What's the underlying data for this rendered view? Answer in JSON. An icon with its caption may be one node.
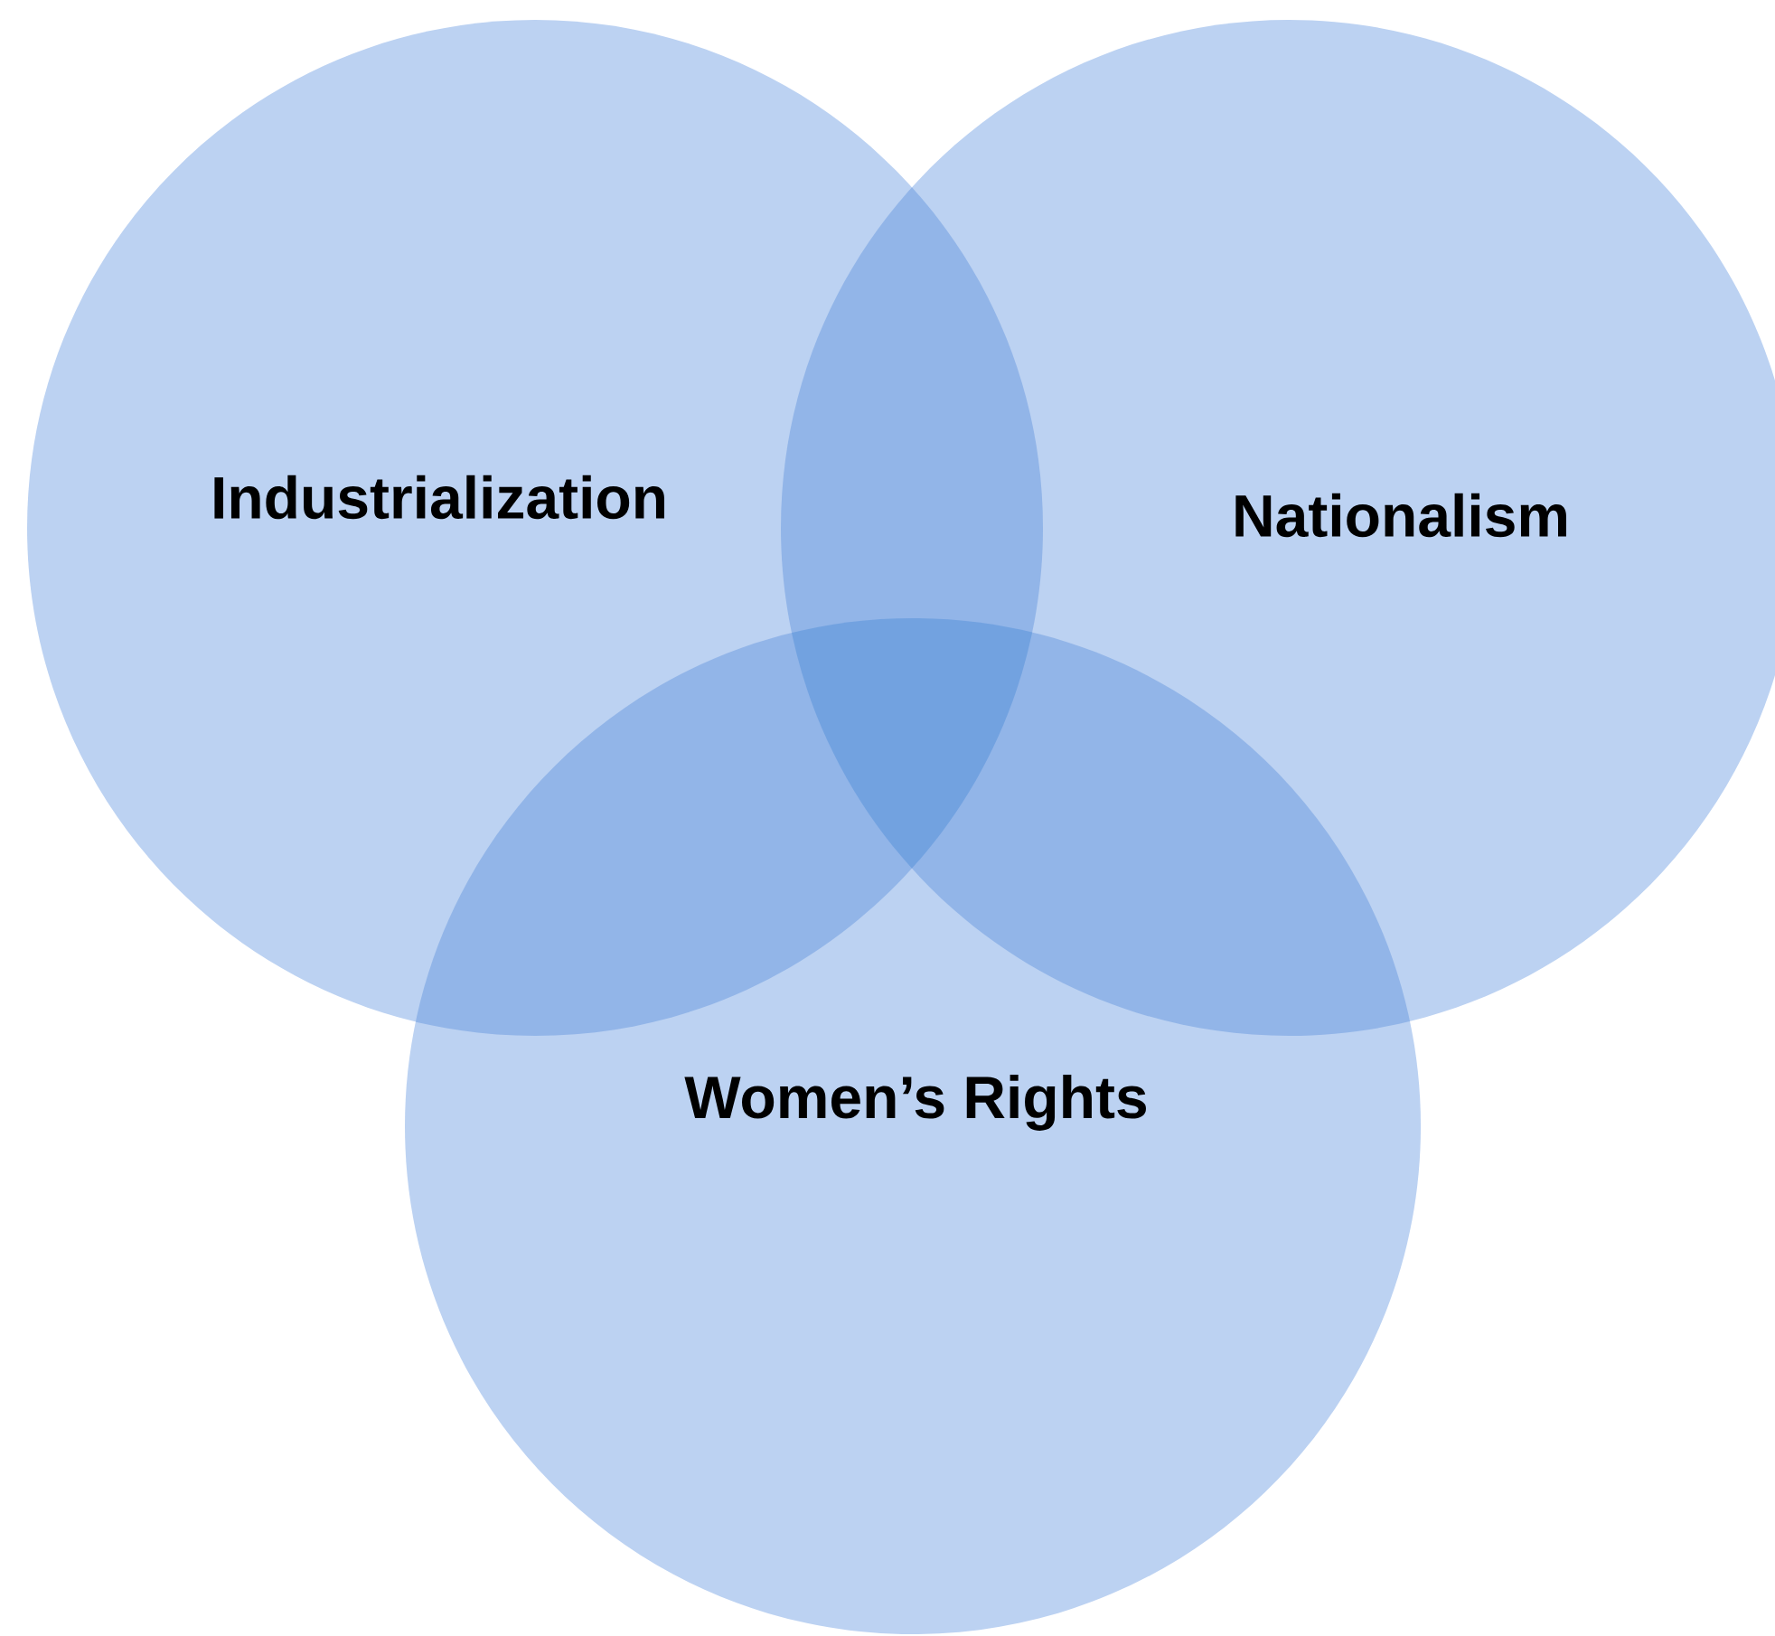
{
  "diagram": {
    "nodes": [
      {
        "text": [
          "Industrialization"
        ]
      },
      {
        "text": [
          "Nationalism"
        ]
      },
      {
        "text": [
          "Women’s Rights"
        ]
      }
    ]
  }
}
